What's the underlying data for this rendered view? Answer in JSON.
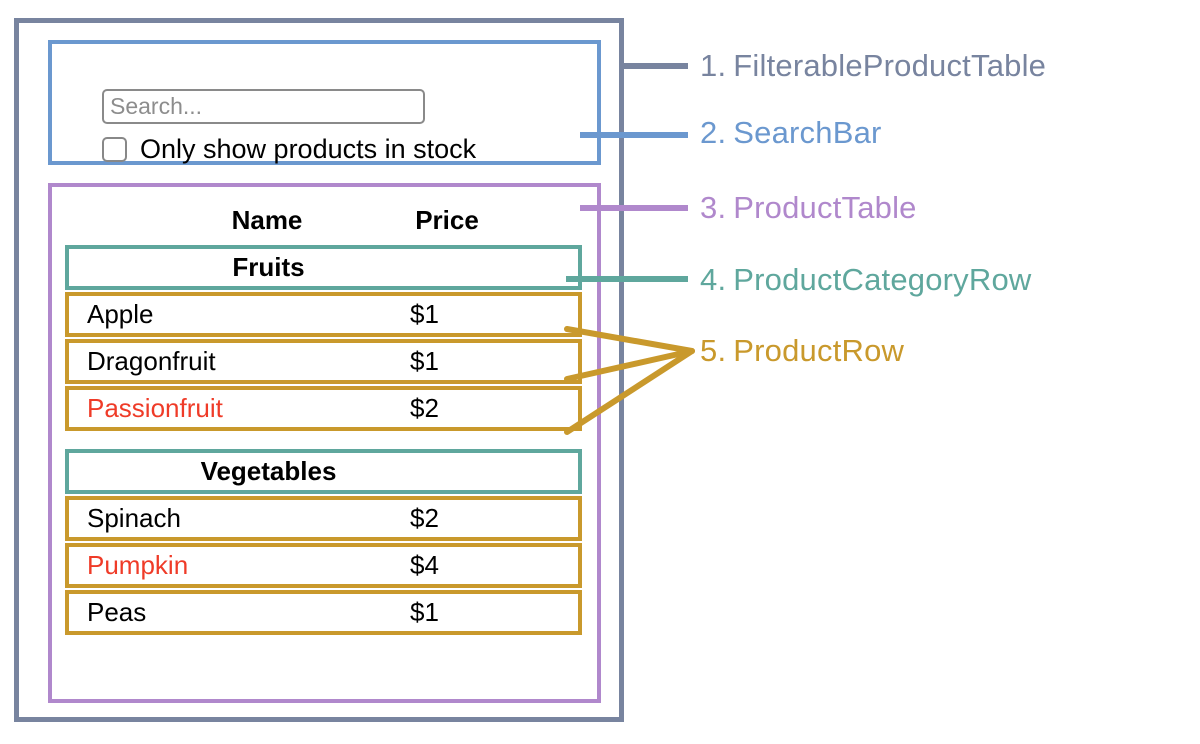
{
  "colors": {
    "filterable_product_table": "#78849f",
    "search_bar": "#6b98cf",
    "product_table": "#b088cc",
    "product_category_row": "#5fa79d",
    "product_row": "#c9992c",
    "out_of_stock_text": "#ef3b28",
    "text": "#000000",
    "placeholder": "#8d8d8d",
    "background": "#ffffff"
  },
  "filterable_product_table": {
    "search_bar": {
      "search_input": {
        "value": "",
        "placeholder": "Search..."
      },
      "stock_filter": {
        "label": "Only show products in stock",
        "checked": false
      }
    },
    "product_table": {
      "columns": [
        "Name",
        "Price"
      ],
      "groups": [
        {
          "category": "Fruits",
          "products": [
            {
              "name": "Apple",
              "price": "$1",
              "in_stock": true
            },
            {
              "name": "Dragonfruit",
              "price": "$1",
              "in_stock": true
            },
            {
              "name": "Passionfruit",
              "price": "$2",
              "in_stock": false
            }
          ]
        },
        {
          "category": "Vegetables",
          "products": [
            {
              "name": "Spinach",
              "price": "$2",
              "in_stock": true
            },
            {
              "name": "Pumpkin",
              "price": "$4",
              "in_stock": false
            },
            {
              "name": "Peas",
              "price": "$1",
              "in_stock": true
            }
          ]
        }
      ]
    }
  },
  "legend": [
    {
      "number": "1.",
      "label": "FilterableProductTable",
      "color": "#78849f"
    },
    {
      "number": "2.",
      "label": "SearchBar",
      "color": "#6b98cf"
    },
    {
      "number": "3.",
      "label": "ProductTable",
      "color": "#b088cc"
    },
    {
      "number": "4.",
      "label": "ProductCategoryRow",
      "color": "#5fa79d"
    },
    {
      "number": "5.",
      "label": "ProductRow",
      "color": "#c9992c"
    }
  ]
}
